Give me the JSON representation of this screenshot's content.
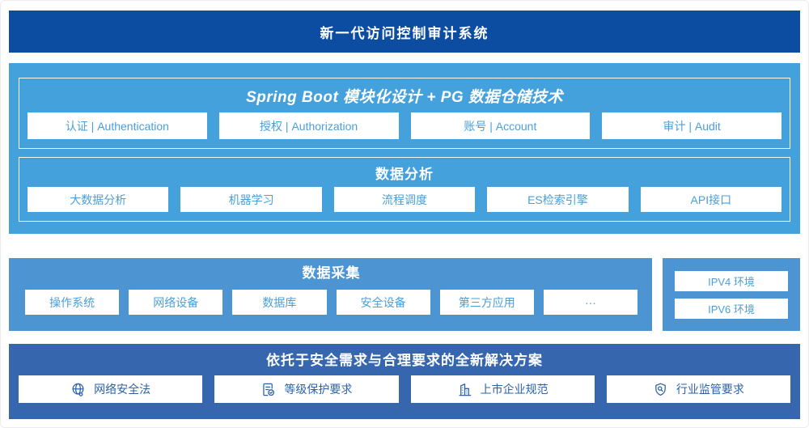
{
  "banner": {
    "title": "新一代访问控制审计系统"
  },
  "platform": {
    "spring": {
      "title": "Spring Boot 模块化设计 + PG 数据仓储技术",
      "modules": [
        "认证 | Authentication",
        "授权 | Authorization",
        "账号 | Account",
        "审计 | Audit"
      ]
    },
    "analysis": {
      "title": "数据分析",
      "modules": [
        "大数据分析",
        "机器学习",
        "流程调度",
        "ES检索引擎",
        "API接口"
      ]
    }
  },
  "collection": {
    "title": "数据采集",
    "modules": [
      "操作系统",
      "网络设备",
      "数据库",
      "安全设备",
      "第三方应用",
      "···"
    ]
  },
  "environments": {
    "items": [
      "IPV4 环境",
      "IPV6 环境"
    ]
  },
  "solution": {
    "title": "依托于安全需求与合理要求的全新解决方案",
    "items": [
      {
        "icon": "globe-icon",
        "label": "网络安全法"
      },
      {
        "icon": "document-check-icon",
        "label": "等级保护要求"
      },
      {
        "icon": "building-icon",
        "label": "上市企业规范"
      },
      {
        "icon": "shield-search-icon",
        "label": "行业监管要求"
      }
    ]
  },
  "colors": {
    "banner_bg": "#0C4DA2",
    "platform_bg": "#45A1DC",
    "collection_bg": "#4C94D2",
    "solution_bg": "#3566AE",
    "box_text": "#4A9FD8",
    "solution_text": "#2D62A8"
  }
}
